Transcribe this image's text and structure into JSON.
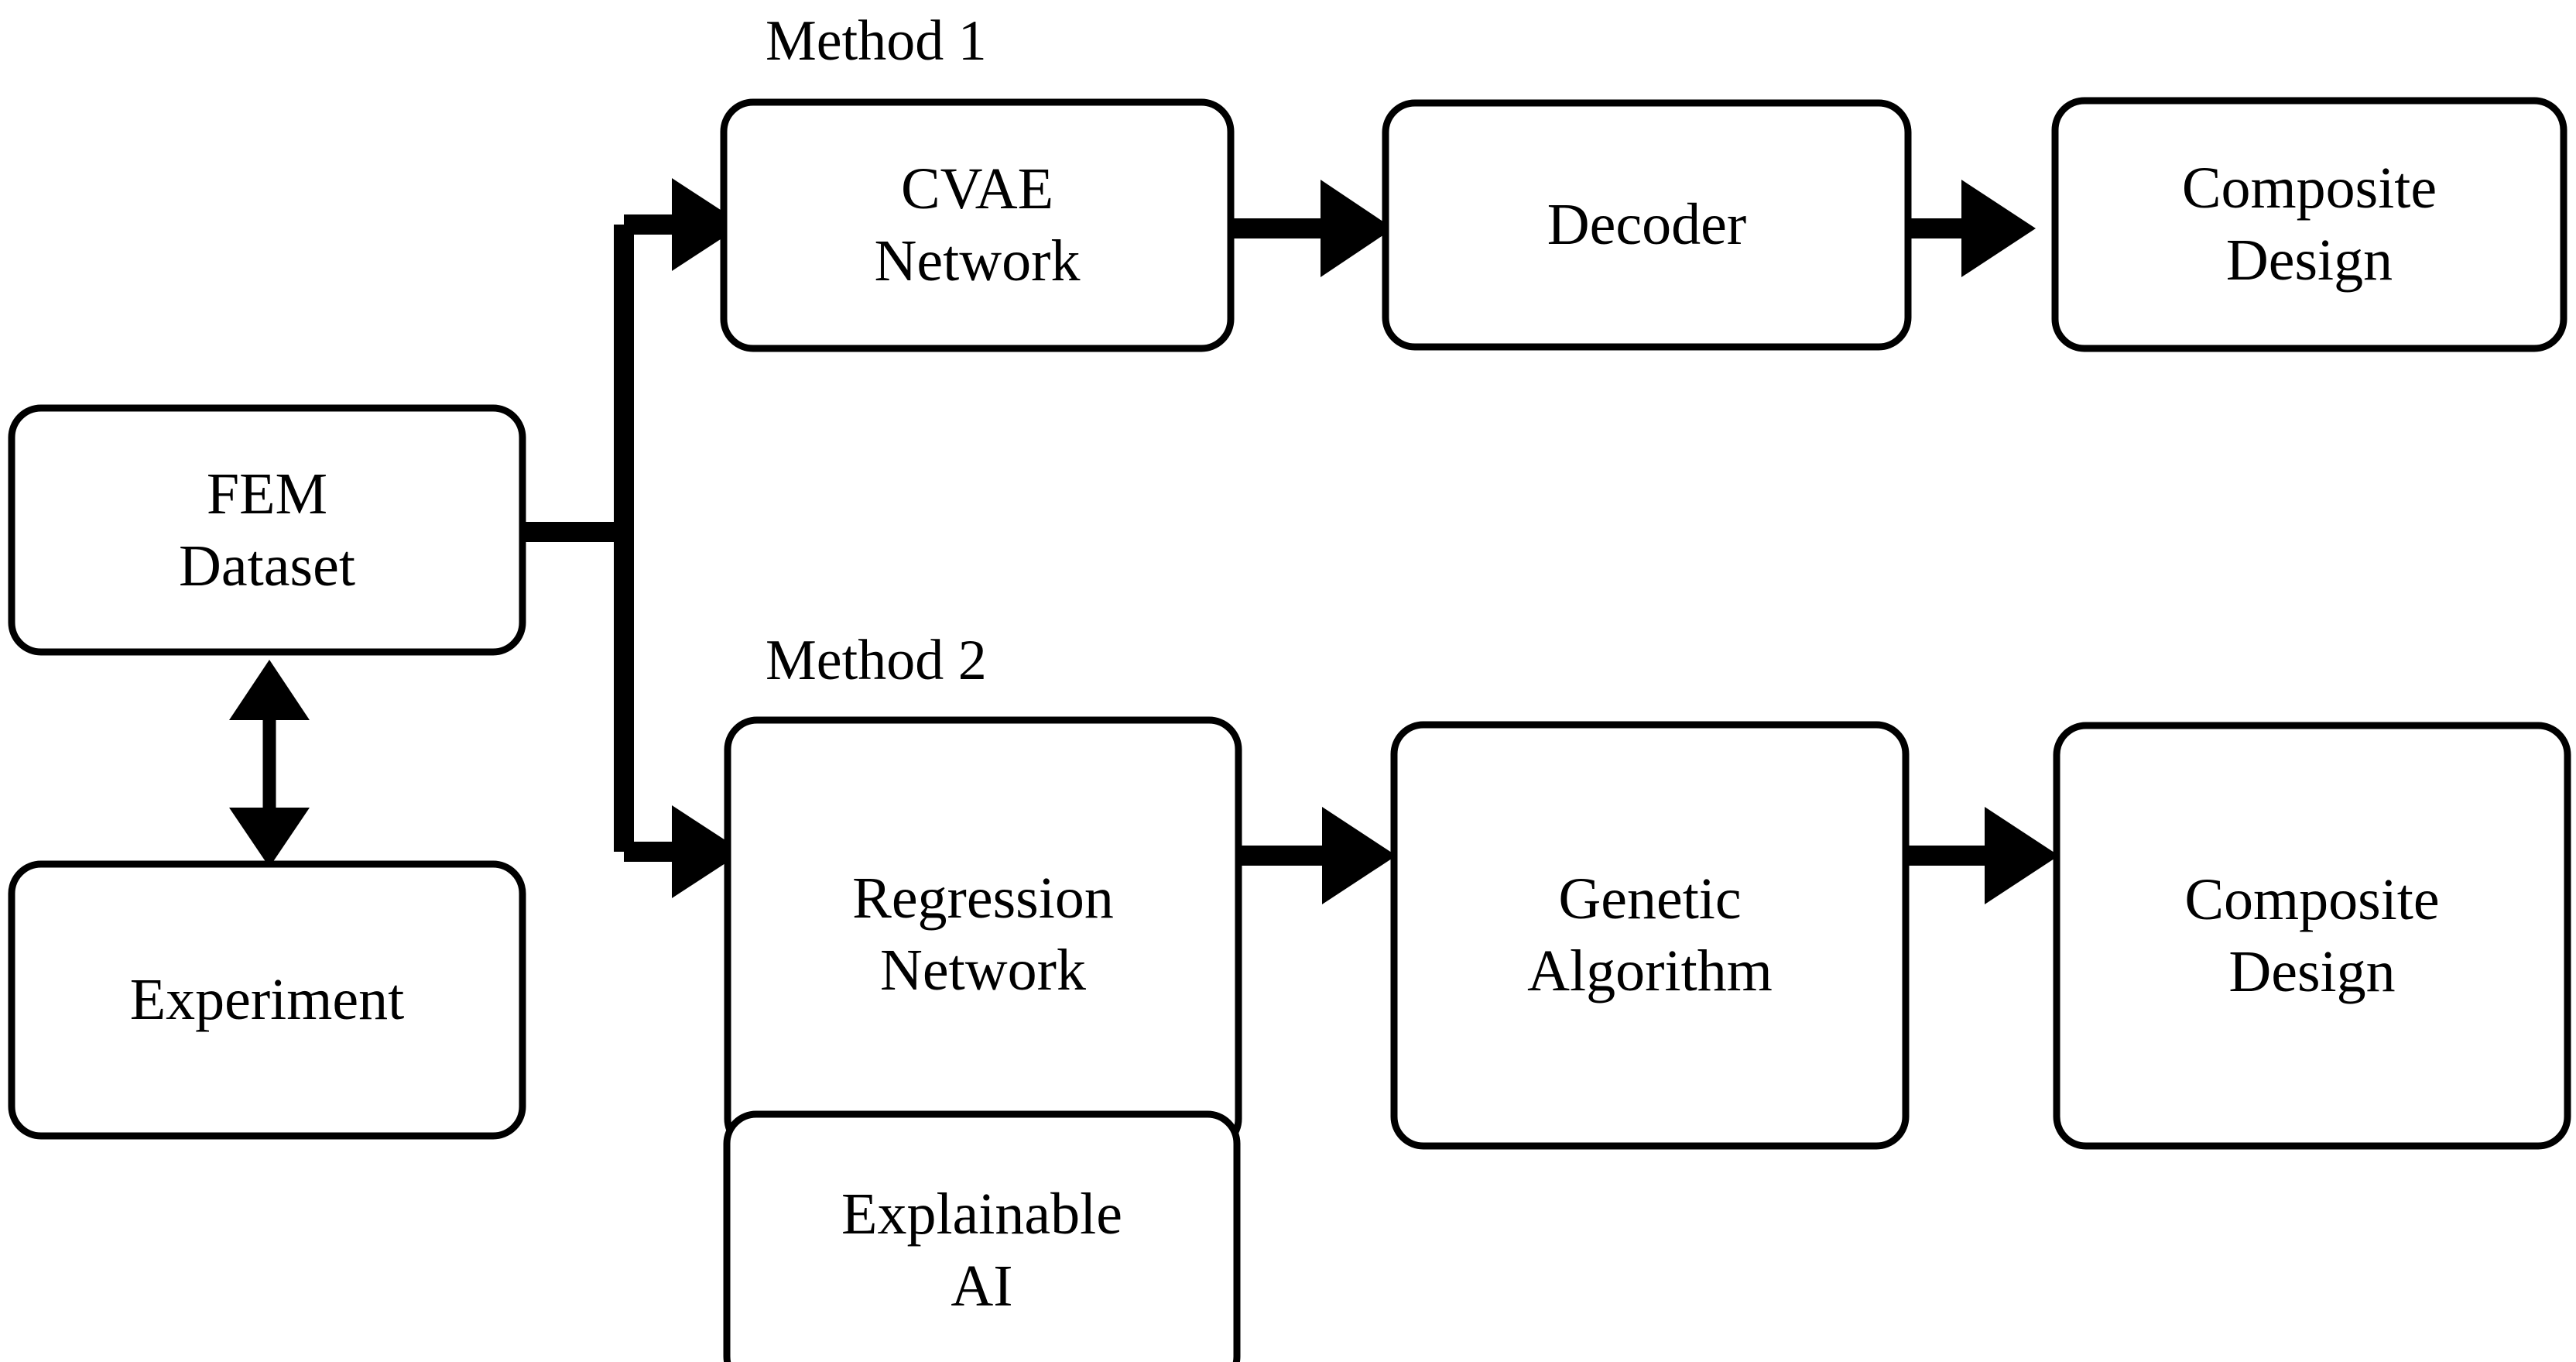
{
  "diagram": {
    "title": "Composite design workflow: FEM dataset driving two methods",
    "background_color": "#ffffff",
    "stroke_color": "#000000",
    "text_color": "#000000",
    "section_labels": [
      {
        "id": "method-1",
        "text": "Method 1"
      },
      {
        "id": "method-2",
        "text": "Method 2"
      }
    ],
    "nodes": [
      {
        "id": "fem-dataset",
        "lines": [
          "FEM",
          "Dataset"
        ]
      },
      {
        "id": "experiment",
        "lines": [
          "Experiment"
        ]
      },
      {
        "id": "cvae-network",
        "lines": [
          "CVAE",
          "Network"
        ]
      },
      {
        "id": "decoder",
        "lines": [
          "Decoder"
        ]
      },
      {
        "id": "composite-design-top",
        "lines": [
          "Composite",
          "Design"
        ]
      },
      {
        "id": "regression-network",
        "lines": [
          "Regression",
          "Network"
        ]
      },
      {
        "id": "genetic-algorithm",
        "lines": [
          "Genetic",
          "Algorithm"
        ]
      },
      {
        "id": "composite-design-bottom",
        "lines": [
          "Composite",
          "Design"
        ]
      },
      {
        "id": "explainable-ai",
        "lines": [
          "Explainable",
          "AI"
        ]
      }
    ],
    "edges": [
      {
        "id": "fem-to-branch",
        "from": "fem-dataset",
        "to": "branch-node",
        "arrow": "none"
      },
      {
        "id": "branch-to-cvae",
        "from": "branch-node",
        "to": "cvae-network",
        "arrow": "single"
      },
      {
        "id": "branch-to-regression",
        "from": "branch-node",
        "to": "regression-network",
        "arrow": "single"
      },
      {
        "id": "cvae-to-decoder",
        "from": "cvae-network",
        "to": "decoder",
        "arrow": "single"
      },
      {
        "id": "decoder-to-composite",
        "from": "decoder",
        "to": "composite-design-top",
        "arrow": "single"
      },
      {
        "id": "regression-to-genetic",
        "from": "regression-network",
        "to": "genetic-algorithm",
        "arrow": "single"
      },
      {
        "id": "genetic-to-composite",
        "from": "genetic-algorithm",
        "to": "composite-design-bottom",
        "arrow": "single"
      },
      {
        "id": "regression-to-xai",
        "from": "regression-network",
        "to": "explainable-ai",
        "arrow": "single"
      },
      {
        "id": "fem-experiment-bidirectional",
        "from": "fem-dataset",
        "to": "experiment",
        "arrow": "double"
      }
    ]
  }
}
